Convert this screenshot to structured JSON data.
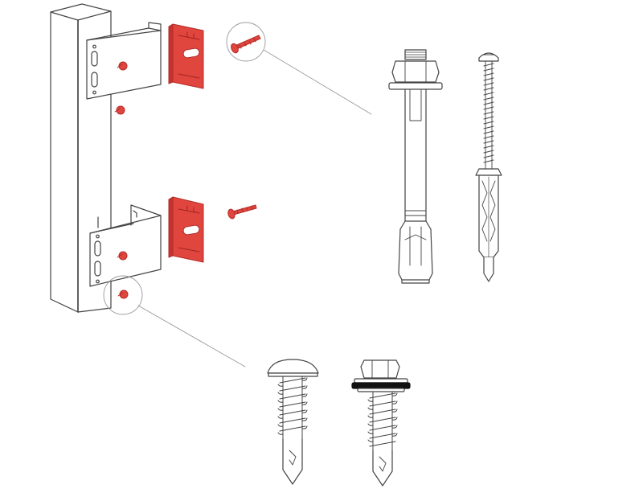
{
  "diagram": {
    "colors": {
      "line": "#444444",
      "light_line": "#9a9a9a",
      "accent": "#e0453e",
      "accent_dark": "#b32c28",
      "fill": "#ffffff",
      "seal": "#111111"
    },
    "components": [
      {
        "id": "vertical-profile",
        "icon": "l-profile-rail"
      },
      {
        "id": "upper-bracket",
        "icon": "bracket"
      },
      {
        "id": "lower-bracket",
        "icon": "bracket"
      },
      {
        "id": "thermal-pad-upper",
        "icon": "thermal-isolator-pad"
      },
      {
        "id": "thermal-pad-lower",
        "icon": "thermal-isolator-pad"
      },
      {
        "id": "wall-anchor-red",
        "icon": "anchor-bolt"
      },
      {
        "id": "wedge-anchor-bolt",
        "icon": "wedge-anchor"
      },
      {
        "id": "frame-anchor-dowel",
        "icon": "frame-dowel-screw"
      },
      {
        "id": "self-drilling-pan-head-screw",
        "icon": "pan-head-screw"
      },
      {
        "id": "self-drilling-hex-head-screw",
        "icon": "hex-head-screw-with-washer"
      }
    ]
  }
}
